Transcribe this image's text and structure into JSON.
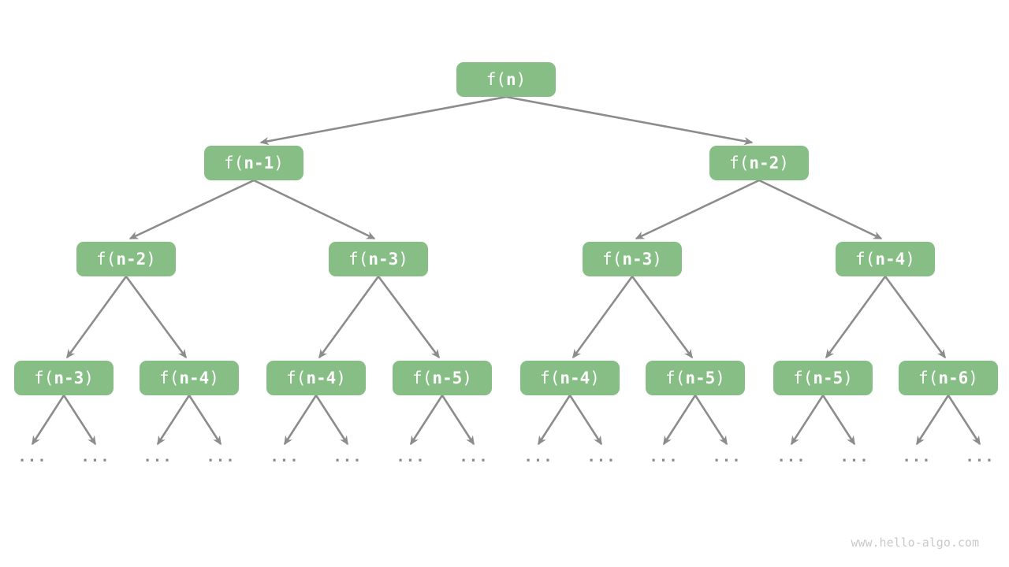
{
  "diagram": {
    "colors": {
      "node_fill": "#87BE85",
      "node_text": "#FFFFFF",
      "edge": "#8C8C8C",
      "ellipsis": "#8C8C8C",
      "watermark": "#C9C9C9",
      "background": "#FFFFFF"
    },
    "nodes": [
      {
        "level": 1,
        "open": "f(",
        "arg": "n",
        "close": ")"
      },
      {
        "level": 2,
        "open": "f(",
        "arg": "n-1",
        "close": ")"
      },
      {
        "level": 2,
        "open": "f(",
        "arg": "n-2",
        "close": ")"
      },
      {
        "level": 3,
        "open": "f(",
        "arg": "n-2",
        "close": ")"
      },
      {
        "level": 3,
        "open": "f(",
        "arg": "n-3",
        "close": ")"
      },
      {
        "level": 3,
        "open": "f(",
        "arg": "n-3",
        "close": ")"
      },
      {
        "level": 3,
        "open": "f(",
        "arg": "n-4",
        "close": ")"
      },
      {
        "level": 4,
        "open": "f(",
        "arg": "n-3",
        "close": ")"
      },
      {
        "level": 4,
        "open": "f(",
        "arg": "n-4",
        "close": ")"
      },
      {
        "level": 4,
        "open": "f(",
        "arg": "n-4",
        "close": ")"
      },
      {
        "level": 4,
        "open": "f(",
        "arg": "n-5",
        "close": ")"
      },
      {
        "level": 4,
        "open": "f(",
        "arg": "n-4",
        "close": ")"
      },
      {
        "level": 4,
        "open": "f(",
        "arg": "n-5",
        "close": ")"
      },
      {
        "level": 4,
        "open": "f(",
        "arg": "n-5",
        "close": ")"
      },
      {
        "level": 4,
        "open": "f(",
        "arg": "n-6",
        "close": ")"
      }
    ],
    "ellipsis": "...",
    "watermark": "www.hello-algo.com"
  }
}
